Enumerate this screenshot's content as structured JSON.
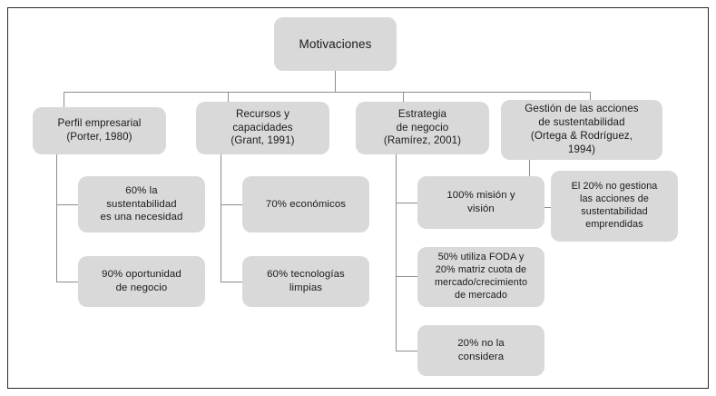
{
  "figure": {
    "title": "Motivaciones",
    "border_color": "#2b2b2b",
    "node_fill": "#d9d9d9",
    "connector_color": "#8d8d8d",
    "background": "#ffffff"
  },
  "diagram": {
    "type": "tree",
    "root": {
      "label": "Motivaciones"
    },
    "branches": [
      {
        "id": "perfil-empresarial",
        "label": "Perfil empresarial\n(Porter, 1980)",
        "children": [
          {
            "id": "perfil-child-1",
            "label": "60% la\nsustentabilidad\nes una necesidad"
          },
          {
            "id": "perfil-child-2",
            "label": "90% oportunidad\nde negocio"
          }
        ]
      },
      {
        "id": "recursos-capacidades",
        "label": "Recursos y\ncapacidades\n(Grant, 1991)",
        "children": [
          {
            "id": "recursos-child-1",
            "label": "70% económicos"
          },
          {
            "id": "recursos-child-2",
            "label": "60% tecnologías\nlimpias"
          }
        ]
      },
      {
        "id": "estrategia-negocio",
        "label": "Estrategia\nde negocio\n(Ramírez, 2001)",
        "children": [
          {
            "id": "estrategia-child-1",
            "label": "100% misión y\nvisión"
          },
          {
            "id": "estrategia-child-2",
            "label": "50% utiliza FODA y\n20% matriz cuota de\nmercado/crecimiento\nde mercado"
          },
          {
            "id": "estrategia-child-3",
            "label": "20% no la\nconsidera"
          }
        ]
      },
      {
        "id": "gestion-acciones",
        "label": "Gestión de las acciones\nde sustentabilidad\n(Ortega & Rodríguez,\n1994)",
        "children": [
          {
            "id": "gestion-child-1",
            "label": "El 20% no gestiona\nlas acciones de\nsustentabilidad\nemprendidas"
          }
        ]
      }
    ]
  }
}
